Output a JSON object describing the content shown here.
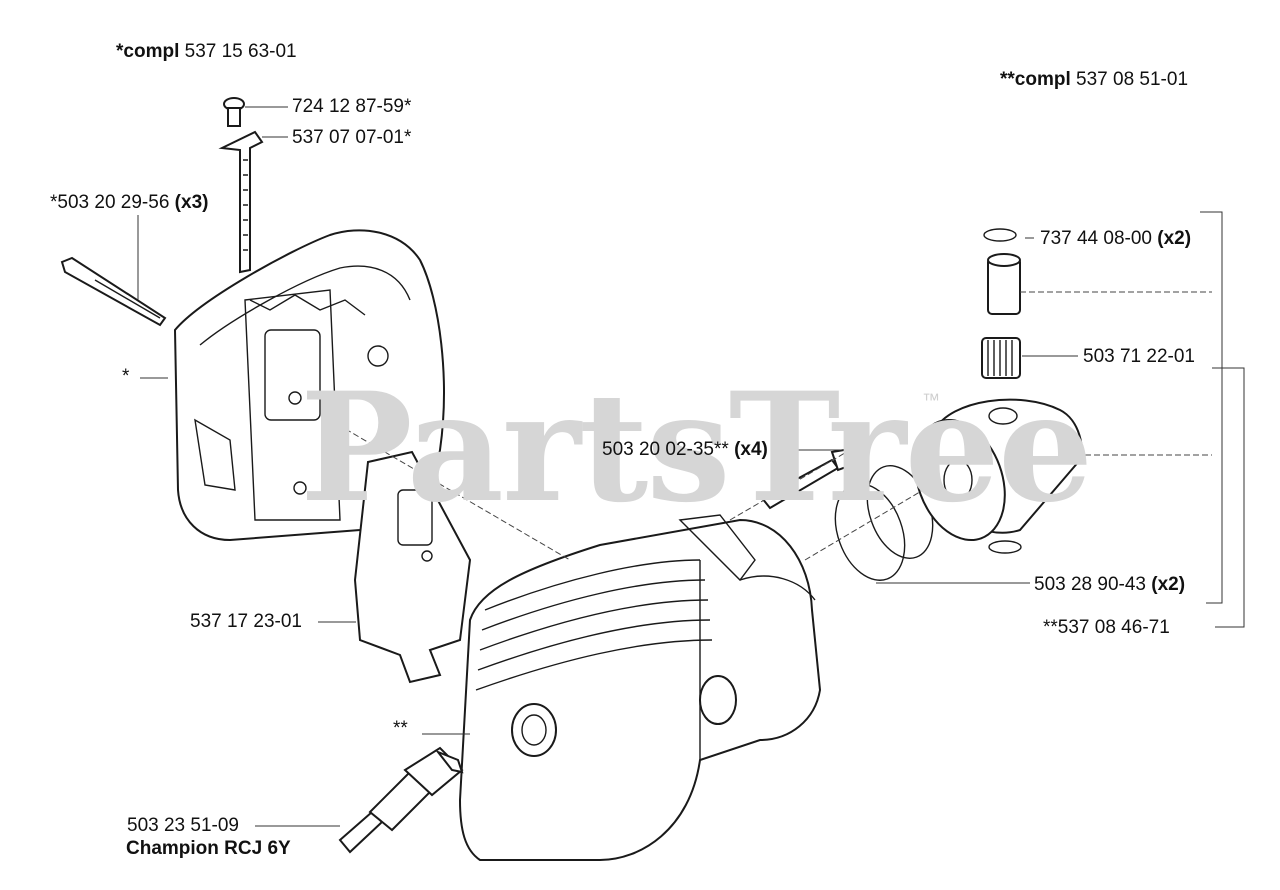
{
  "watermark": {
    "text": "PartsTree",
    "tm": "™"
  },
  "kits": {
    "muffler": {
      "prefix": "*compl",
      "number": "537 15 63-01"
    },
    "cylinder": {
      "prefix": "**compl",
      "number": "537 08 51-01"
    }
  },
  "callouts": {
    "screw_top": "724 12 87-59*",
    "plate": "537 07 07-01*",
    "muffler_bolt": {
      "number": "*503 20 29-56",
      "qty": "(x3)"
    },
    "muffler_mark": "*",
    "circlip": {
      "number": "737 44 08-00",
      "qty": "(x2)"
    },
    "needle_bearing": "503 71 22-01",
    "cylinder_bolt": {
      "number": "503 20 02-35**",
      "qty": "(x4)"
    },
    "gasket": "537 17 23-01",
    "piston_rings": {
      "number": "503 28 90-43",
      "qty": "(x2)"
    },
    "piston_kit": "**537 08 46-71",
    "cylinder_mark": "**",
    "spark_plug": {
      "number": "503 23 51-09",
      "brand": "Champion RCJ 6Y"
    }
  }
}
